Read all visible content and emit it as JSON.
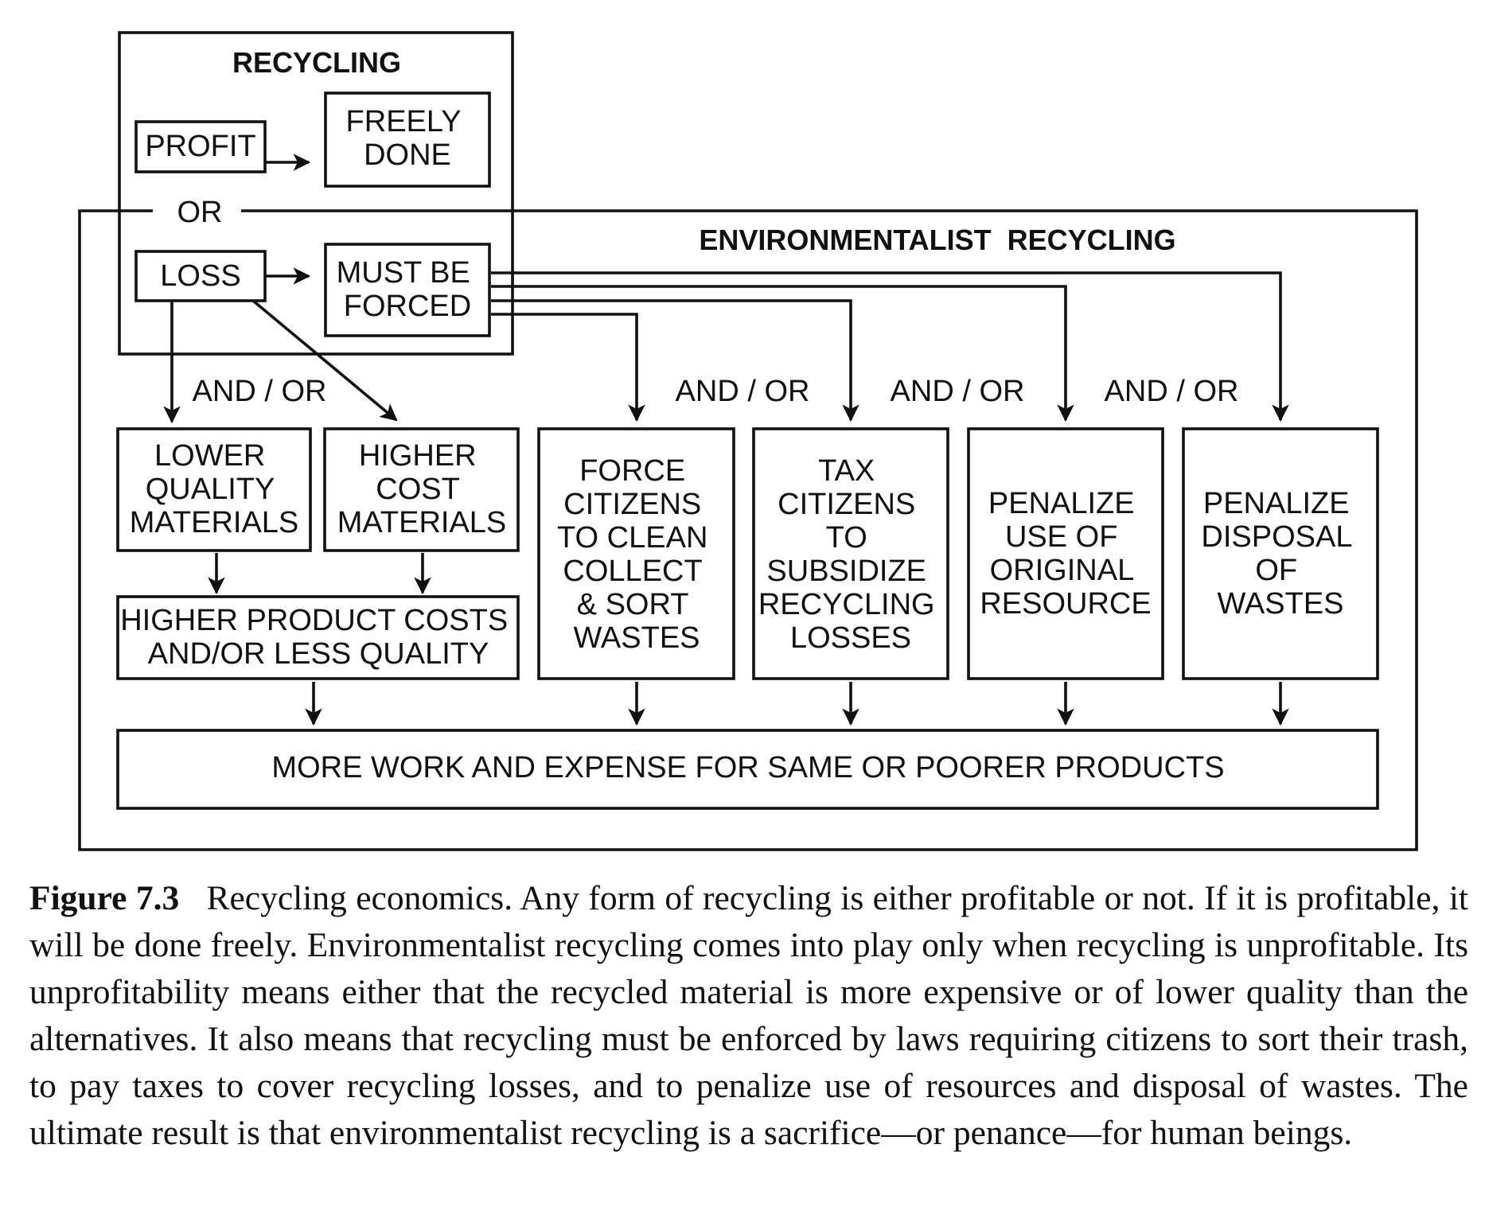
{
  "diagram": {
    "recycling_title": "RECYCLING",
    "environmentalist_title": "ENVIRONMENTALIST  RECYCLING",
    "or_label": "OR",
    "and_or_label": "AND / OR",
    "nodes": {
      "profit": [
        "PROFIT"
      ],
      "freely_done": [
        "FREELY",
        "DONE"
      ],
      "loss": [
        "LOSS"
      ],
      "must_be_forced": [
        "MUST BE",
        "FORCED"
      ],
      "lower_quality": [
        "LOWER",
        "QUALITY",
        "MATERIALS"
      ],
      "higher_cost": [
        "HIGHER",
        "COST",
        "MATERIALS"
      ],
      "higher_product_costs": [
        "HIGHER PRODUCT COSTS",
        "AND/OR LESS QUALITY"
      ],
      "force_citizens": [
        "FORCE",
        "CITIZENS",
        "TO CLEAN",
        "COLLECT",
        "& SORT",
        "WASTES"
      ],
      "tax_citizens": [
        "TAX",
        "CITIZENS",
        "TO",
        "SUBSIDIZE",
        "RECYCLING",
        "LOSSES"
      ],
      "penalize_use": [
        "PENALIZE",
        "USE OF",
        "ORIGINAL",
        "RESOURCE"
      ],
      "penalize_disposal": [
        "PENALIZE",
        "DISPOSAL",
        "OF",
        "WASTES"
      ],
      "more_work": [
        "MORE WORK AND EXPENSE FOR SAME OR POORER PRODUCTS"
      ]
    }
  },
  "caption": {
    "label": "Figure 7.3",
    "text": "Recycling economics. Any form of recycling is either profitable or not. If it is profitable, it will be done freely. Environmentalist recycling comes into play only when recycling is unprofitable. Its unprofitability means either that the recycled material is more expensive or of lower quality than the alternatives. It also means that recycling must be enforced by laws requiring citizens to sort their trash, to pay taxes to cover recycling losses, and to penalize use of resources and disposal of wastes. The ultimate result is that environmentalist recycling is a sacrifice—or penance—for human beings."
  }
}
